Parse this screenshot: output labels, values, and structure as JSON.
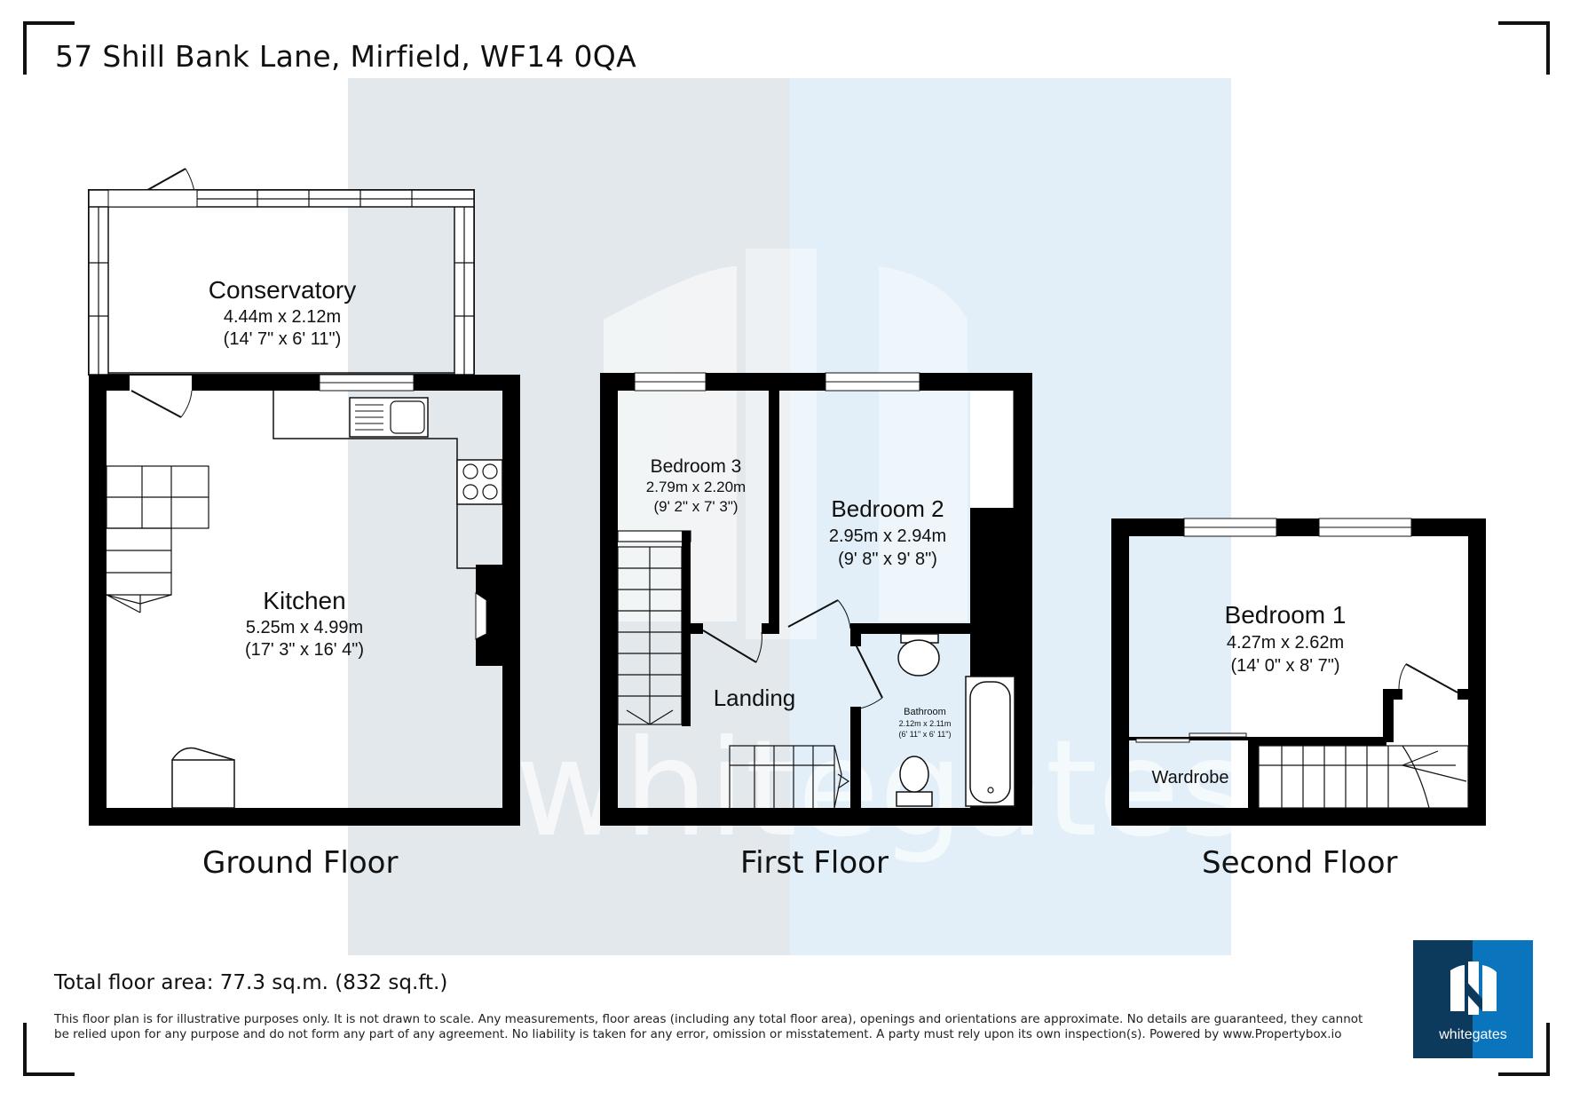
{
  "title": "57 Shill Bank Lane, Mirfield, WF14 0QA",
  "watermark": "whitegates",
  "floors": {
    "ground": {
      "label": "Ground Floor",
      "rooms": [
        {
          "name": "Conservatory",
          "metric": "4.44m x 2.12m",
          "imperial": "(14' 7\" x 6' 11\")"
        },
        {
          "name": "Kitchen",
          "metric": "5.25m x 4.99m",
          "imperial": "(17' 3\" x 16' 4\")"
        }
      ]
    },
    "first": {
      "label": "First Floor",
      "rooms": [
        {
          "name": "Bedroom 3",
          "metric": "2.79m x 2.20m",
          "imperial": "(9' 2\" x 7' 3\")"
        },
        {
          "name": "Bedroom 2",
          "metric": "2.95m x 2.94m",
          "imperial": "(9' 8\" x 9' 8\")"
        },
        {
          "name": "Landing"
        },
        {
          "name": "Bathroom",
          "metric": "2.12m x 2.11m",
          "imperial": "(6' 11\" x 6' 11\")"
        }
      ]
    },
    "second": {
      "label": "Second Floor",
      "rooms": [
        {
          "name": "Bedroom 1",
          "metric": "4.27m x 2.62m",
          "imperial": "(14' 0\" x 8' 7\")"
        },
        {
          "name": "Wardrobe"
        }
      ]
    }
  },
  "total_area": "Total floor area: 77.3 sq.m. (832 sq.ft.)",
  "disclaimer": "This floor plan is for illustrative purposes only. It is not drawn to scale. Any measurements, floor areas (including any total floor area), openings and orientations are approximate. No details are guaranteed, they cannot be relied upon for any purpose and do not form any part of any agreement. No liability is taken for any error, omission or misstatement. A party must rely upon its own inspection(s). Powered by www.Propertybox.io",
  "logo": {
    "word": "whitegates",
    "dark_color": "#0b3a5c",
    "light_color": "#0a74bc"
  },
  "colors": {
    "wall": "#000000",
    "panel_left": "#e3e8ec",
    "panel_right": "#e2eff8"
  }
}
